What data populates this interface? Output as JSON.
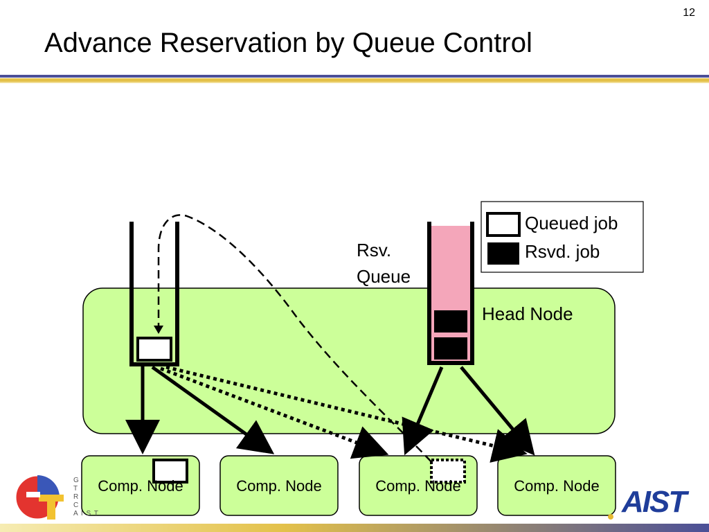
{
  "slide": {
    "title": "Advance Reservation by Queue Control",
    "page_number": "12"
  },
  "diagram": {
    "rsv_queue_label_line1": "Rsv.",
    "rsv_queue_label_line2": "Queue",
    "head_node_label": "Head Node",
    "comp_nodes": [
      "Comp. Node",
      "Comp. Node",
      "Comp. Node",
      "Comp. Node"
    ],
    "legend": {
      "queued_job": "Queued job",
      "rsvd_job": "Rsvd. job"
    }
  },
  "colors": {
    "head_node_fill": "#ccff99",
    "comp_node_fill": "#ccff99",
    "rsv_queue_fill": "#f4a6ba",
    "title_rule_blue": "#4b4f97",
    "title_rule_gold": "#e3c14a",
    "aist_blue": "#1f3d9a"
  },
  "logos": {
    "left": "gt-logo",
    "right": "aist-logo",
    "right_text": "AIST",
    "left_text_lines": [
      "G",
      "T",
      "R",
      "C",
      "A I S T"
    ]
  }
}
